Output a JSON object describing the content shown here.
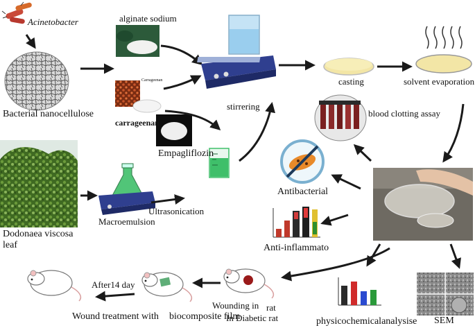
{
  "labels": {
    "acinetobacter": "Acinetobacter",
    "bacterial_nanocellulose": "Bacterial nanocellulose",
    "alginate_sodium": "alginate sodium",
    "carrageenan": "carrageenan",
    "carrageenan_tag": "Carrageenan",
    "empagliflozin": "Empagliflozin",
    "stirrering": "stirrering",
    "casting": "casting",
    "solvent_evaporation": "solvent evaporation",
    "blood_clotting_assay": "blood clotting assay",
    "antibacterial": "Antibacterial",
    "anti_inflammato": "Anti-inflammato",
    "dodonaea_line1": "Dodonaea viscosa",
    "dodonaea_line2": "leaf",
    "macroemulsion": "Macroemulsion",
    "ultrasonication": "Ultrasonication",
    "after14": "After14 day",
    "wounding_in": "Wounding in",
    "rat": "rat",
    "wound_treatment": "Wound treatment with",
    "biocomposite_film": "biocomposite film",
    "in_diabetic_rat": "In Diabetic rat",
    "physicochemical": "physicochemicalanalysise",
    "sem": "SEM"
  },
  "colors": {
    "arrow": "#1a1a1a",
    "foliage": "#4f7a2c",
    "seaweed": "#b5461f",
    "liquid_green": "#3fbf6a",
    "stirrer_body": "#2f3f8f",
    "beaker_blue": "#bfe0f5",
    "petri_fill": "#f3e6a6",
    "antibac_red": "#d0312d"
  },
  "icons": {
    "bacteria": "acinetobacter-bacteria-icon",
    "fibers": "nanocellulose-fiber-icon",
    "stirrer": "magnetic-stirrer-icon",
    "flask": "conical-flask-icon",
    "petri": "petri-dish-icon",
    "no_bacteria": "no-bacteria-icon",
    "rat": "rat-icon",
    "microscope": "sem-micrograph-icon"
  }
}
